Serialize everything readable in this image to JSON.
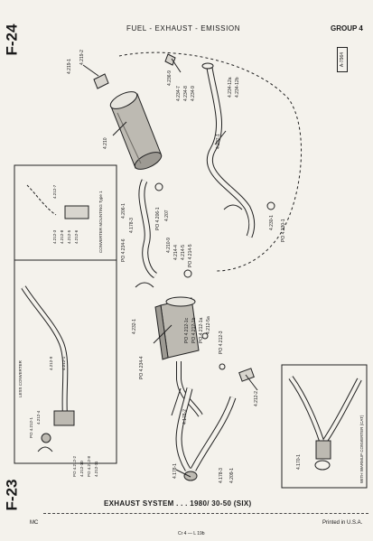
{
  "header": {
    "page_code_top": "F-24",
    "page_code_bottom": "F-23",
    "title": "FUEL - EXHAUST - EMISSION",
    "group": "GROUP 4",
    "illustration_id": "A-7964"
  },
  "caption": "EXHAUST SYSTEM . . . 1980/ 30-50 (SIX)",
  "footer": {
    "left": "MC",
    "center": "Cr 4 — L 19b",
    "right": "Printed in U.S.A."
  },
  "insets": {
    "converter_mounting": "CONVERTER MOUNTING Type 1",
    "less_converter": "LESS CONVERTER",
    "with_warmup": "WITH WARMUP CONVERTER (CAT)"
  },
  "part_labels": [
    "4.219-1",
    "4.219-2",
    "4.210",
    "4.236-9",
    "4.234-7",
    "4.234-8",
    "4.234-9",
    "4.234-12a",
    "4.234-12b",
    "4.227-1",
    "4.206-1",
    "4.178-3",
    "PO 4.206-1",
    "4.207",
    "PO 4.234-6",
    "4.210-9",
    "4.214-4",
    "4.214-5",
    "PO 4.214-5",
    "4.212-7",
    "4.212-3",
    "4.212-8",
    "4.212-5",
    "4.212-6",
    "4.212-9",
    "4.232-1",
    "PO 4.234-4",
    "PO 4.212-1c",
    "PO 4.212-1b",
    "PO 4.212-1a",
    "4.212-5a",
    "PO 4.212-3",
    "4.230-1",
    "PO 4.230-1",
    "4.212-2",
    "4.212-4",
    "PO 4.212-1",
    "4.212-10",
    "4.178-1",
    "4.178-2",
    "4.178-3",
    "4.170-1",
    "PO 4.212-2",
    "PO 4.212-8",
    "4.212-1",
    "4.212-11",
    "4.209-1"
  ]
}
